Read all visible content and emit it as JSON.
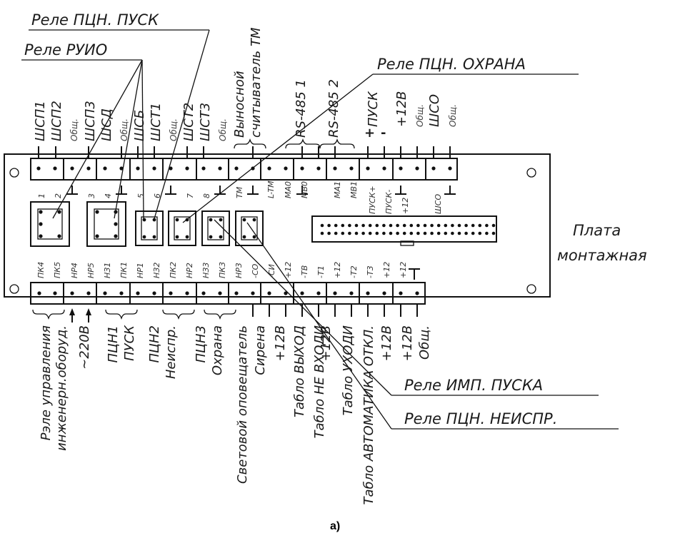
{
  "callouts": {
    "relay_pcn_pusk": "Реле ПЦН. ПУСК",
    "relay_ruio": "Реле РУИО",
    "relay_pcn_ohrana": "Реле ПЦН. ОХРАНА",
    "relay_imp_puska": "Реле ИМП. ПУСКА",
    "relay_pcn_neispr": "Реле ПЦН. НЕИСПР.",
    "board_line1": "Плата",
    "board_line2": "монтажная"
  },
  "top_labels": [
    "ШСП1",
    "ШСП2",
    "Общ.",
    "ШСП3",
    "ШСД",
    "Общ.",
    "ШСБ",
    "ШСТ1",
    "Общ.",
    "ШСТ2",
    "ШСТ3",
    "Общ."
  ],
  "top_group_labels": {
    "reader_line1": "Выносной",
    "reader_line2": "считыватель ТМ",
    "rs1": "RS-485 1",
    "rs2": "RS-485 2"
  },
  "top_right_labels": [
    "ПУСК",
    "+12В",
    "Общ.",
    "ШСО",
    "Общ."
  ],
  "polarity": {
    "plus": "+",
    "minus": "-"
  },
  "top_pin_labels": [
    "1",
    "2",
    "3",
    "4",
    "5",
    "6",
    "7",
    "8",
    "ТМ",
    "L-TM",
    "МА0",
    "МВ0",
    "МА1",
    "МВ1",
    "ПУСК+",
    "ПУСК-",
    "+12",
    "ШСО"
  ],
  "bottom_pin_labels": [
    "ПК4",
    "ПК5",
    "НР4",
    "НР5",
    "НЗ1",
    "ПК1",
    "НР1",
    "НЗ2",
    "ПК2",
    "НР2",
    "НЗ3",
    "ПК3",
    "НР3",
    "-СО",
    "-СИ",
    "+12",
    "-ТВ",
    "-Т1",
    "+12",
    "-Т2",
    "-Т3",
    "+12",
    "+12"
  ],
  "bottom_labels": [
    "Рэле управления",
    "инженерн.оборуд.",
    "~220В",
    "ПЦН1",
    "ПУСК",
    "ПЦН2",
    "Неиспр.",
    "ПЦН3",
    "Охрана",
    "Световой оповещатель",
    "Сирена",
    "+12В",
    "Табло ВЫХОД",
    "Табло НЕ ВХОДИ",
    "+12В",
    "Табло УХОДИ",
    "Табло АВТОМАТИКА ОТКЛ.",
    "+12В",
    "+12В",
    "Общ."
  ],
  "caption": "а)"
}
